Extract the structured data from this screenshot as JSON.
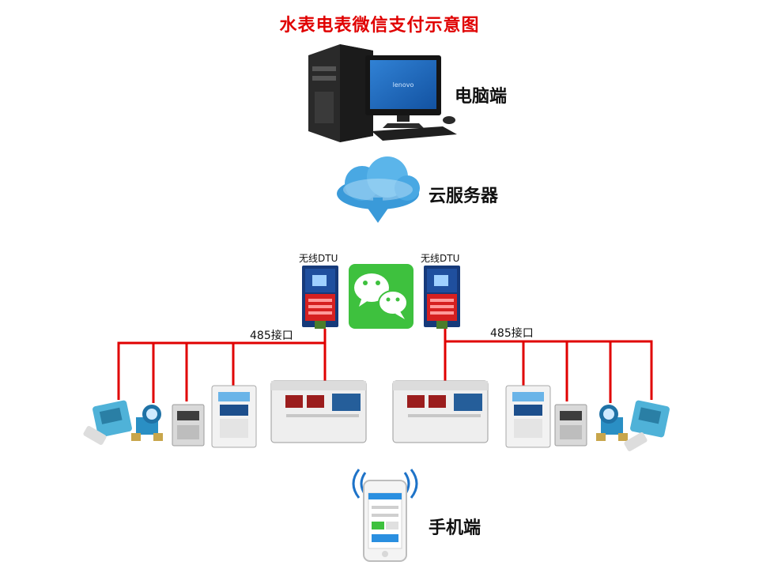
{
  "title": "水表电表微信支付示意图",
  "nodes": {
    "computer": {
      "label": "电脑端",
      "icon": "desktop-computer-icon"
    },
    "cloud": {
      "label": "云服务器",
      "icon": "cloud-upload-icon"
    },
    "mobile": {
      "label": "手机端",
      "icon": "smartphone-wifi-icon"
    }
  },
  "dtu": [
    {
      "label": "无线DTU"
    },
    {
      "label": "无线DTU"
    }
  ],
  "buses": [
    {
      "label": "485接口"
    },
    {
      "label": "485接口"
    }
  ],
  "colors": {
    "title": "#e00000",
    "bus": "#e00000",
    "wechat": "#3ec13e",
    "cloud": "#3a9ad9"
  }
}
